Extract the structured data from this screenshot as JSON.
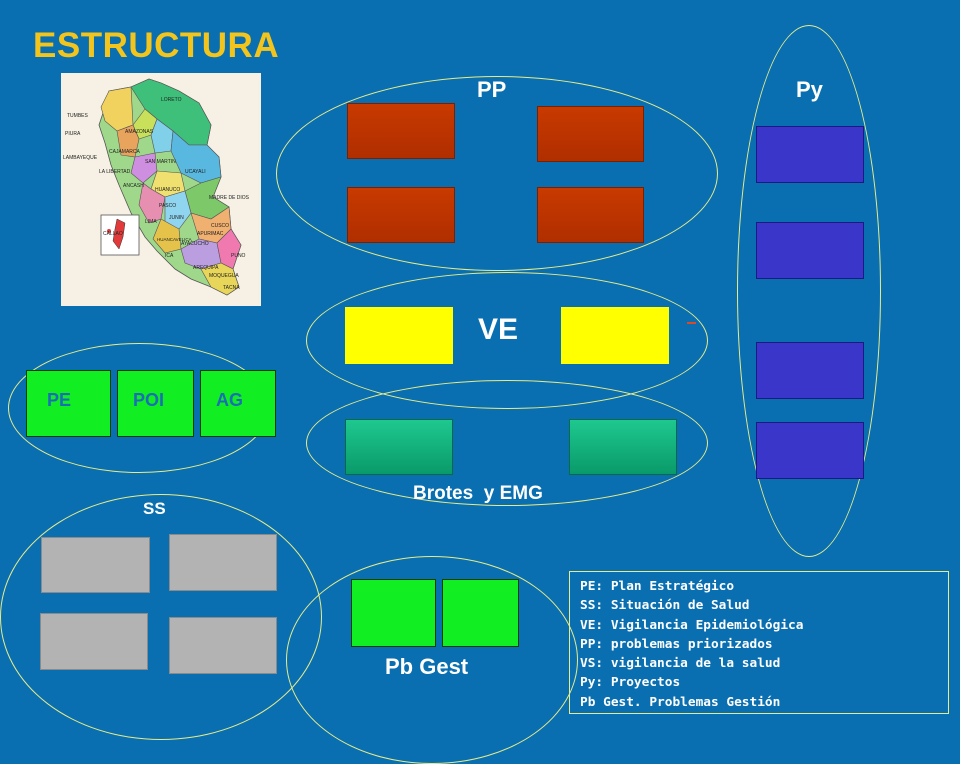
{
  "slide": {
    "title": "ESTRUCTURA",
    "groups": {
      "pp": "PP",
      "py": "Py",
      "ve": "VE",
      "brotes": "Brotes  y EMG",
      "ss": "SS",
      "pb_gest": "Pb Gest"
    },
    "pe_boxes": [
      "PE",
      "POI",
      "AG"
    ],
    "legend": [
      "PE: Plan Estratégico",
      "SS: Situación de Salud",
      "VE: Vigilancia Epidemiológica",
      "PP: problemas priorizados",
      "VS: vigilancia de la salud",
      "Py: Proyectos",
      "Pb Gest. Problemas Gestión"
    ],
    "map_labels": [
      "TUMBES",
      "LORETO",
      "AMAZONAS",
      "PIURA",
      "LAMBAYEQUE",
      "CAJAMARCA",
      "SAN MARTIN",
      "LA LIBERTAD",
      "ANCASH",
      "HUANUCO",
      "UCAYALI",
      "PASCO",
      "JUNIN",
      "LIMA",
      "CALLAO",
      "HUANCAVELICA",
      "ICA",
      "AYACUCHO",
      "APURIMAC",
      "CUSCO",
      "MADRE DE DIOS",
      "PUNO",
      "AREQUIPA",
      "MOQUEGUA",
      "TACNA"
    ]
  },
  "colors": {
    "background": "#0a6fb0",
    "title": "#f3c51c",
    "pp_box": "#c83a00",
    "py_box": "#3a36c9",
    "ve_box": "#ffff00",
    "brotes_box": "#1ec88f",
    "pe_box": "#11ee22",
    "ss_box": "#b3b3b3",
    "ellipse": "#e6ec8a"
  }
}
